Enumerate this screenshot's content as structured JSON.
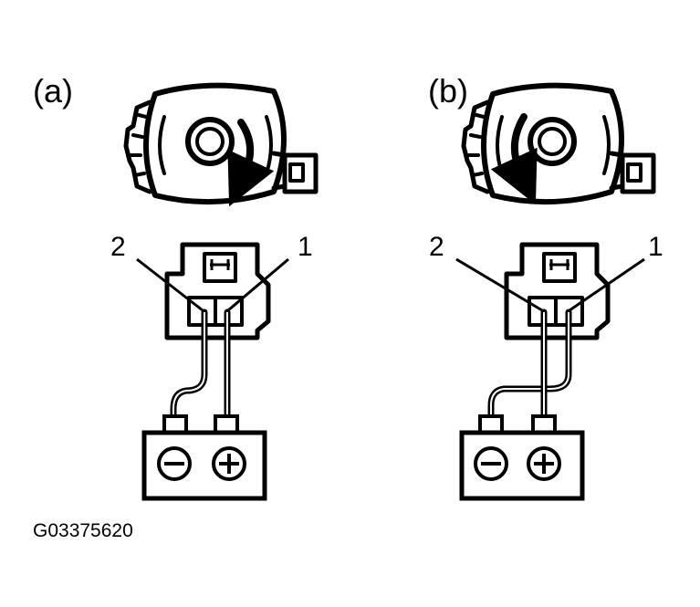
{
  "panels": [
    {
      "label": "(a)",
      "rotation": "clockwise",
      "pin_left": "2",
      "pin_right": "1"
    },
    {
      "label": "(b)",
      "rotation": "counterclockwise",
      "pin_left": "2",
      "pin_right": "1"
    }
  ],
  "battery": {
    "negative_symbol": "minus-icon",
    "positive_symbol": "plus-icon"
  },
  "figure_code": "G03375620"
}
